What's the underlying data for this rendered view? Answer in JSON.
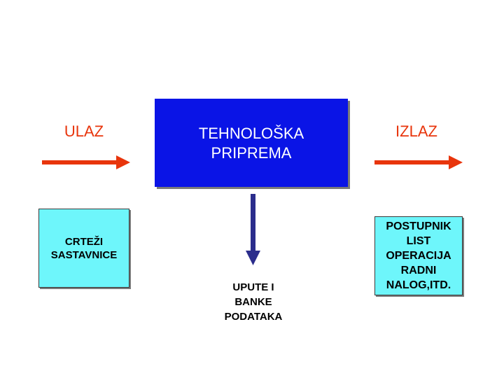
{
  "diagram": {
    "input_label": "ULAZ",
    "output_label": "IZLAZ",
    "center_title": "TEHNOLOŠKA\nPRIPREMA",
    "input_box_text": "CRTEŽI\nSASTAVNICE",
    "output_box_text": "POSTUPNIK\nLIST\nOPERACIJA\nRADNI\nNALOG,ITD.",
    "bottom_text": "UPUTE I\nBANKE\nPODATAKA"
  },
  "colors": {
    "arrow_red": "#e8350c",
    "arrow_blue": "#2b2d8c",
    "center_blue": "#0a14e6",
    "box_cyan": "#6ef6fb"
  }
}
